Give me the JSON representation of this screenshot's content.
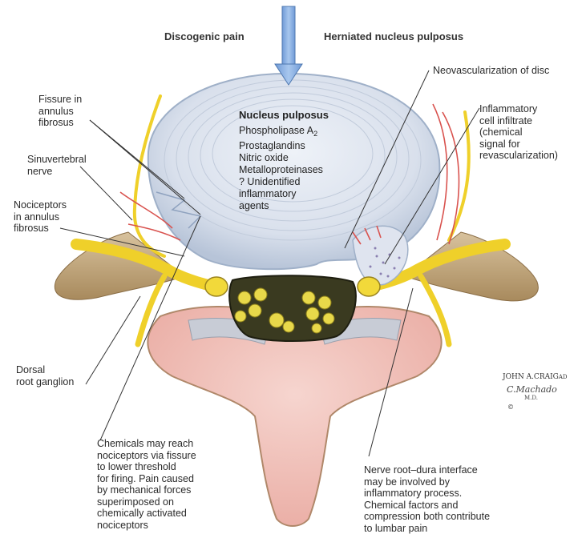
{
  "headers": {
    "left": "Discogenic pain",
    "right": "Herniated nucleus pulposus"
  },
  "nucleus": {
    "title": "Nucleus pulposus",
    "items": [
      {
        "text": "Phospholipase A",
        "sub": "2"
      },
      {
        "text": "Prostaglandins"
      },
      {
        "text": "Nitric oxide"
      },
      {
        "text": "Metalloproteinases"
      },
      {
        "text": "? Unidentified"
      },
      {
        "text": "inflammatory"
      },
      {
        "text": "agents"
      }
    ]
  },
  "labels": {
    "fissure": "Fissure in\nannulus\nfibrosus",
    "sinuvertebral": "Sinuvertebral\nnerve",
    "nociceptors": "Nociceptors\nin annulus\nfibrosus",
    "dorsal_root": "Dorsal\nroot ganglion",
    "neovascularization": "Neovascularization of disc",
    "inflammatory": "Inflammatory\ncell infiltrate\n(chemical\nsignal for\nrevascularization)",
    "chemicals": "Chemicals may reach\nnociceptors via fissure\nto lower threshold\nfor firing. Pain caused\nby mechanical forces\nsuperimposed on\nchemically activated\nnociceptors",
    "nerve_root": "Nerve root–dura interface\nmay be involved by\ninflammatory process.\nChemical factors and\ncompression both contribute\nto lumbar pain"
  },
  "signature": {
    "artist1": "JOHN A.CRAIG",
    "artist1_suffix": "AD",
    "artist2": "C.Machado",
    "artist2_suffix": "M.D.",
    "copyright": "©"
  },
  "colors": {
    "disc": "#dfe6f1",
    "disc_ring": "#b5c3d8",
    "bone": "#c9b089",
    "marrow": "#f2c8c0",
    "nerve": "#f0d22a",
    "vessel": "#d9534f",
    "arrow": "#8ab2e4"
  }
}
